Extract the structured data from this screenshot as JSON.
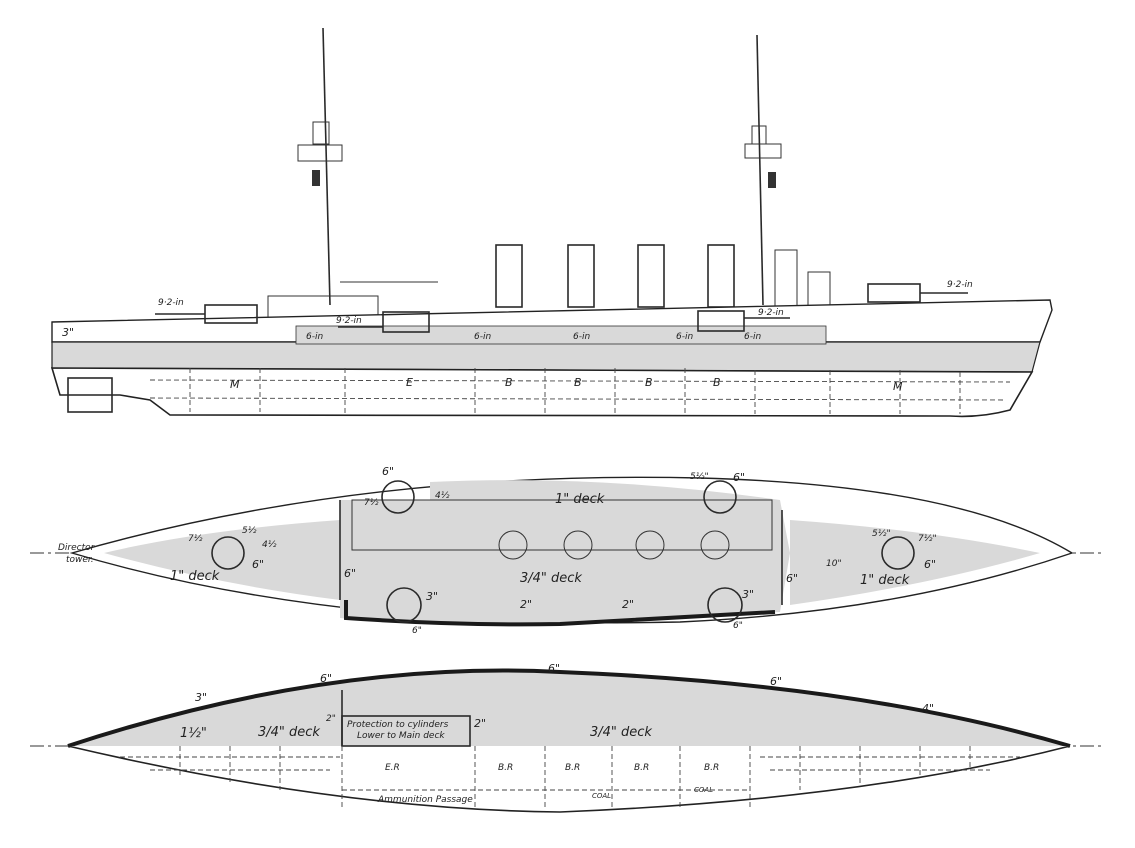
{
  "profile": {
    "armour": {
      "bow_belt": "3\""
    },
    "guns": {
      "fwd_main": "9·2-in",
      "fwd_wing": "9·2-in",
      "aft_wing": "9·2-in",
      "aft_main": "9·2-in",
      "secondary_1": "6-in",
      "secondary_2": "6-in",
      "secondary_3": "6-in",
      "secondary_4": "6-in",
      "secondary_5": "6-in"
    },
    "compartments": [
      "M",
      "E",
      "B",
      "B",
      "B",
      "B",
      "M"
    ]
  },
  "deck_plan": {
    "director": [
      "Director",
      "tower."
    ],
    "fwd_deck": "1\" deck",
    "main_deck": "3/4\" deck",
    "aft_deck": "1\" deck",
    "top_deck": "1\" deck",
    "barbettes": {
      "fwd_wing_upper": "6\"",
      "fwd_wing_upper_hood": "4½",
      "fwd_wing_upper_side": "7½",
      "aft_wing_upper": "6\"",
      "aft_wing_upper_side": "5½\"",
      "fwd_turret": "6\"",
      "fwd_turret_a": "7½",
      "fwd_turret_b": "5½",
      "fwd_turret_c": "4½",
      "aft_turret": "6\"",
      "aft_turret_a": "5½\"",
      "aft_turret_b": "7½\"",
      "fwd_wing_lower": "3\"",
      "fwd_wing_lower_base": "6\"",
      "aft_wing_lower": "3\"",
      "aft_wing_lower_base": "6\""
    },
    "bulkheads": {
      "fwd": "6\"",
      "aft": "6\"",
      "aft_small": "10\""
    },
    "belt": {
      "a": "2\"",
      "b": "2\""
    }
  },
  "lower_plan": {
    "belt": {
      "b1": "3\"",
      "b2": "6\"",
      "b3": "6\"",
      "b4": "6\"",
      "b5": "4\""
    },
    "decks": {
      "bow": "1½\"",
      "fwd": "3/4\" deck",
      "main": "3/4\" deck",
      "mark_a": "2\"",
      "mark_b": "2\""
    },
    "protection": [
      "Protection to cylinders",
      "Lower to Main deck"
    ],
    "rooms": [
      "E.R",
      "B.R",
      "B.R",
      "B.R",
      "B.R"
    ],
    "passage": "Ammunition Passage",
    "coal": [
      "COAL",
      "COAL"
    ]
  }
}
